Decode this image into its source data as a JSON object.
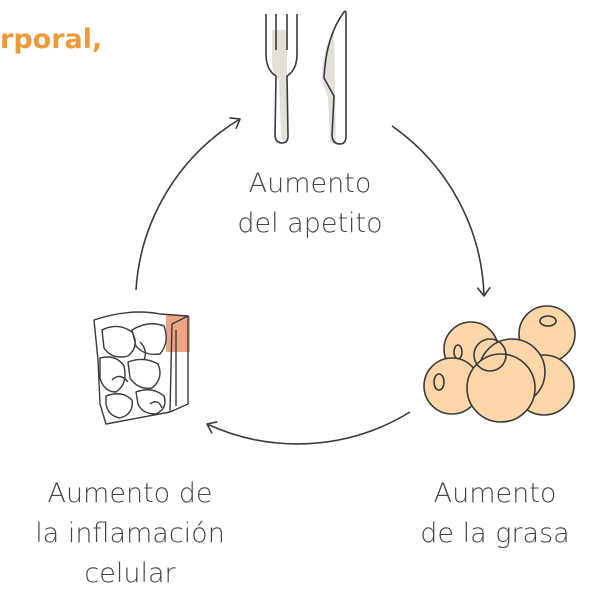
{
  "title_fragment": "rporal,",
  "colors": {
    "title": "#ef9a3a",
    "stroke": "#3a3a3a",
    "utensil_shadow": "#e4e0d8",
    "fat_fill": "#fad6a8",
    "inflammation_fill": "#f0a487"
  },
  "nodes": [
    {
      "icon": "fork-knife-icon",
      "lines": [
        "Aumento",
        "del apetito"
      ]
    },
    {
      "icon": "fat-cells-icon",
      "lines": [
        "Aumento",
        "de la grasa"
      ]
    },
    {
      "icon": "inflamed-tissue-icon",
      "lines": [
        "Aumento de",
        "la inflamación",
        "celular"
      ]
    }
  ]
}
